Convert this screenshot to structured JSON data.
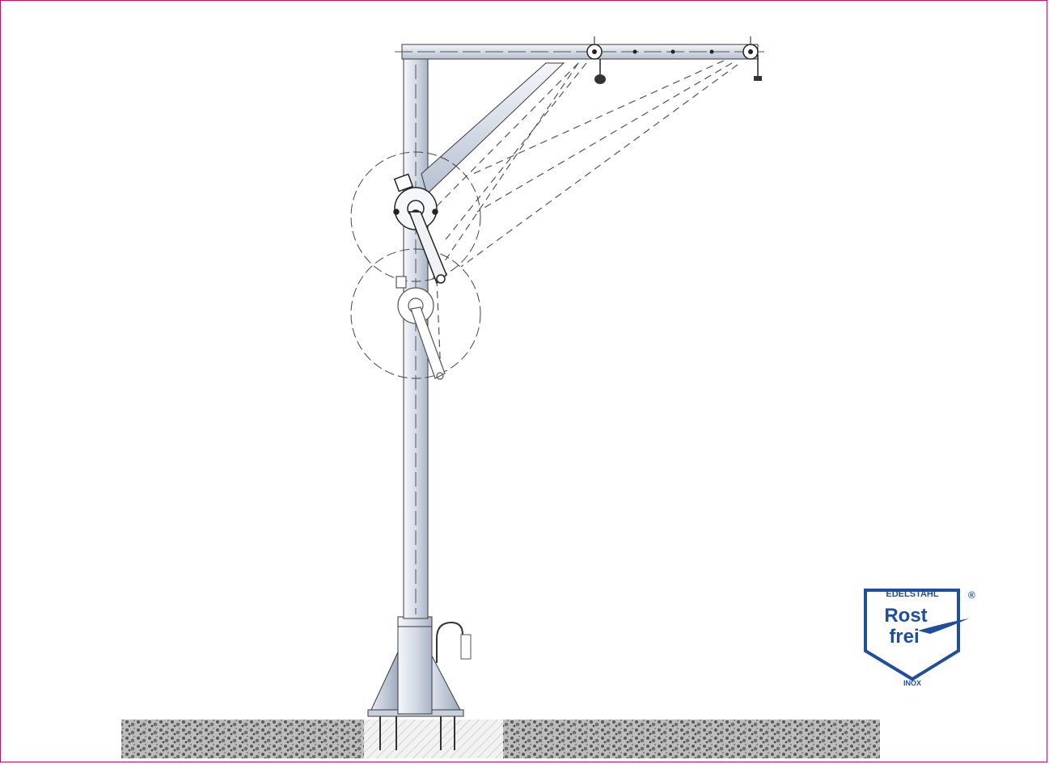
{
  "logo": {
    "top_label": "EDELSTAHL",
    "registered": "®",
    "line1": "Rost",
    "line2": "frei",
    "bottom_label": "INOX",
    "color": "#1f4e9e"
  },
  "colors": {
    "frame_border": "#c2185b",
    "steel_light": "#eef1f6",
    "steel_dark": "#aab4c6",
    "outline": "#3a3a3a",
    "dash": "#555555",
    "ground": "#7a7a7a"
  }
}
